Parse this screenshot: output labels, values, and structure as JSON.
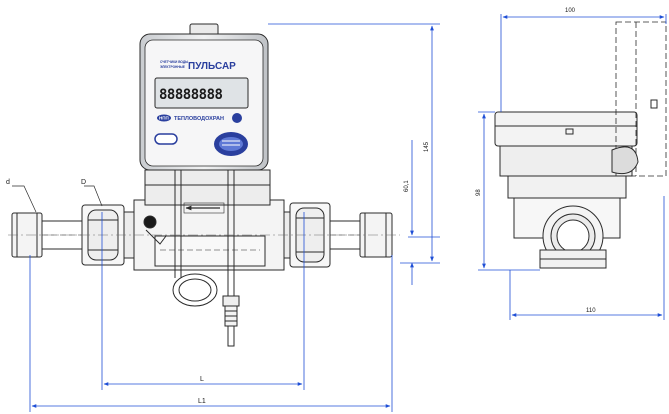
{
  "meter": {
    "small_line1": "СЧЕТЧИКИ ВОДЫ",
    "small_line2": "ЭЛЕКТРОННЫЕ",
    "brand": "ПУЛЬСАР",
    "display": "88888888",
    "logo": "НПП",
    "maker": "ТЕПЛОВОДОХРАН"
  },
  "dimensions": {
    "d": "d",
    "D": "D",
    "L": "L",
    "L1": "L1",
    "height_total": "145",
    "height_axis": "60,1",
    "side_width_top": "100",
    "side_height": "98",
    "side_width_bottom": "110"
  },
  "colors": {
    "line": "#2b2b2b",
    "dimension": "#1f4fd6",
    "meter_text": "#2a3f9e",
    "lcd": "#dfe3e6"
  }
}
